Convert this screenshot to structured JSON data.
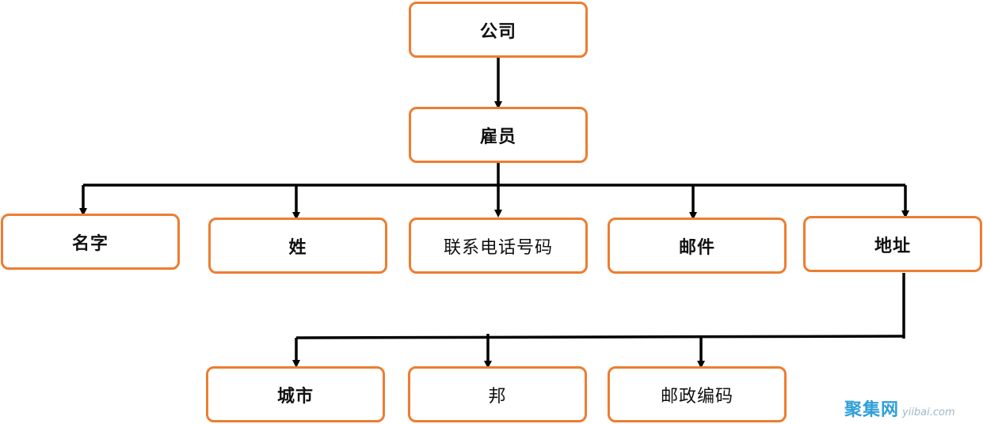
{
  "nodes": {
    "company": "公司",
    "employee": "雇员",
    "name": "名字",
    "surname": "姓",
    "phone": "联系电话号码",
    "mail": "邮件",
    "address": "地址",
    "city": "城市",
    "state": "邦",
    "zipcode": "邮政编码"
  },
  "edges": [
    {
      "from": "company",
      "to": "employee"
    },
    {
      "from": "employee",
      "to": "name"
    },
    {
      "from": "employee",
      "to": "surname"
    },
    {
      "from": "employee",
      "to": "phone"
    },
    {
      "from": "employee",
      "to": "mail"
    },
    {
      "from": "employee",
      "to": "address"
    },
    {
      "from": "address",
      "to": "city"
    },
    {
      "from": "address",
      "to": "state"
    },
    {
      "from": "address",
      "to": "zipcode"
    }
  ],
  "colors": {
    "node_border": "#ed7d31",
    "connector": "#000000",
    "watermark": "#2f9fd8"
  },
  "watermark": {
    "cn": "聚集网",
    "en": "yiibai.com"
  }
}
